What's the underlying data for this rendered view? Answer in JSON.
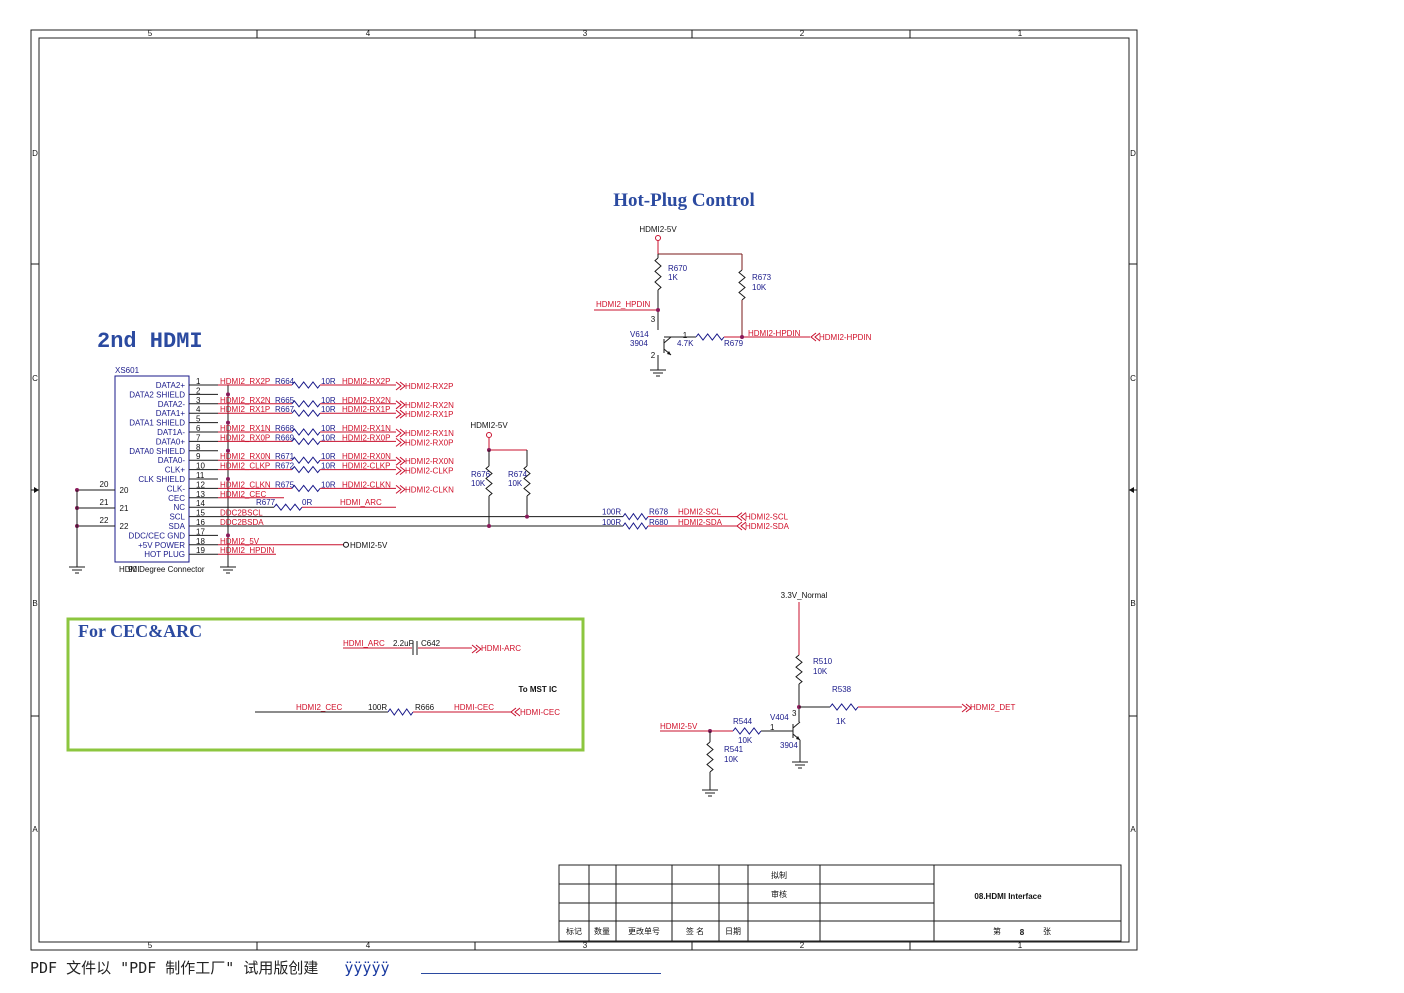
{
  "sheet": {
    "col_labels": [
      "5",
      "4",
      "3",
      "2",
      "1"
    ],
    "row_labels": [
      "D",
      "C",
      "B",
      "A"
    ]
  },
  "titles": {
    "hotplug": "Hot-Plug Control",
    "second_hdmi": "2nd HDMI",
    "cec_arc": "For CEC&ARC",
    "to_mst": "To MST IC"
  },
  "connector": {
    "ref": "XS601",
    "footer": "90 Degree Connector",
    "footer_overlap": "HDMI",
    "pins_left": [
      {
        "label": "DATA2+",
        "num": "1"
      },
      {
        "label": "DATA2 SHIELD",
        "num": "2"
      },
      {
        "label": "DATA2-",
        "num": "3"
      },
      {
        "label": "DATA1+",
        "num": "4"
      },
      {
        "label": "DATA1 SHIELD",
        "num": "5"
      },
      {
        "label": "DAT1A-",
        "num": "6"
      },
      {
        "label": "DATA0+",
        "num": "7"
      },
      {
        "label": "DATA0 SHIELD",
        "num": "8"
      },
      {
        "label": "DATA0-",
        "num": "9"
      },
      {
        "label": "CLK+",
        "num": "10"
      },
      {
        "label": "CLK SHIELD",
        "num": "11"
      },
      {
        "label": "CLK-",
        "num": "12"
      },
      {
        "label": "CEC",
        "num": "13"
      },
      {
        "label": "NC",
        "num": "14"
      },
      {
        "label": "SCL",
        "num": "15"
      },
      {
        "label": "SDA",
        "num": "16"
      },
      {
        "label": "DDC/CEC GND",
        "num": "17"
      },
      {
        "label": "+5V POWER",
        "num": "18"
      },
      {
        "label": "HOT PLUG",
        "num": "19"
      }
    ],
    "gnd_pins": [
      "20",
      "21",
      "22"
    ],
    "pin_inner": [
      "20",
      "21",
      "22"
    ]
  },
  "nets": {
    "rx2p": "HDMI2_RX2P",
    "rx2n": "HDMI2_RX2N",
    "rx1p": "HDMI2_RX1P",
    "rx1n": "HDMI2_RX1N",
    "rx0p": "HDMI2_RX0P",
    "rx0n": "HDMI2_RX0N",
    "clkp": "HDMI2_CLKP",
    "clkn": "HDMI2_CLKN",
    "cec": "HDMI2_CEC",
    "arc": "HDMI_ARC",
    "ddcscl": "DDC2BSCL",
    "ddcsda": "DDC2BSDA",
    "p5v": "HDMI2_5V",
    "hpdin": "HDMI2_HPDIN"
  },
  "series_resistors": [
    {
      "ref": "R664",
      "val": "10R",
      "out": "HDMI2-RX2P",
      "port": "HDMI2-RX2P"
    },
    {
      "ref": "R665",
      "val": "10R",
      "out": "HDMI2-RX2N",
      "port": "HDMI2-RX2N"
    },
    {
      "ref": "R667",
      "val": "10R",
      "out": "HDMI2-RX1P",
      "port": "HDMI2-RX1P"
    },
    {
      "ref": "R668",
      "val": "10R",
      "out": "HDMI2-RX1N",
      "port": "HDMI2-RX1N"
    },
    {
      "ref": "R669",
      "val": "10R",
      "out": "HDMI2-RX0P",
      "port": "HDMI2-RX0P"
    },
    {
      "ref": "R671",
      "val": "10R",
      "out": "HDMI2-RX0N",
      "port": "HDMI2-RX0N"
    },
    {
      "ref": "R672",
      "val": "10R",
      "out": "HDMI2-CLKP",
      "port": "HDMI2-CLKP"
    },
    {
      "ref": "R675",
      "val": "10R",
      "out": "HDMI2-CLKN",
      "port": "HDMI2-CLKN"
    }
  ],
  "ddc": {
    "pwr": "HDMI2-5V",
    "r676": {
      "ref": "R676",
      "val": "10K"
    },
    "r674": {
      "ref": "R674",
      "val": "10K"
    },
    "r678": {
      "ref": "R678",
      "val": "100R",
      "net": "HDMI2-SCL",
      "port": "HDMI2-SCL"
    },
    "r680": {
      "ref": "R680",
      "val": "100R",
      "net": "HDMI2-SDA",
      "port": "HDMI2-SDA"
    },
    "r677": {
      "ref": "R677",
      "val": "0R"
    },
    "pin18_net": "HDMI2-5V"
  },
  "hotplug": {
    "pwr": "HDMI2-5V",
    "r670": {
      "ref": "R670",
      "val": "1K"
    },
    "r673": {
      "ref": "R673",
      "val": "10K"
    },
    "q": {
      "ref": "V614",
      "val": "3904"
    },
    "r679": {
      "ref": "R679",
      "val": "4.7K"
    },
    "in_net": "HDMI2_HPDIN",
    "out_net": "HDMI2-HPDIN",
    "out_port": "HDMI2-HPDIN",
    "pin1": "1",
    "pin2": "2",
    "pin3": "3"
  },
  "cec_arc": {
    "arc_net": "HDMI_ARC",
    "cap_val": "2.2uF",
    "cap_ref": "C642",
    "arc_port": "HDMI-ARC",
    "cec_net": "HDMI2_CEC",
    "r666_val": "100R",
    "r666_ref": "R666",
    "cec_out": "HDMI-CEC",
    "cec_port": "HDMI-CEC"
  },
  "detect": {
    "pwr": "3.3V_Normal",
    "r510": {
      "ref": "R510",
      "val": "10K"
    },
    "r538": {
      "ref": "R538",
      "val": "1K"
    },
    "q": {
      "ref": "V404",
      "val": "3904"
    },
    "r544": {
      "ref": "R544",
      "val": "10K"
    },
    "r541": {
      "ref": "R541",
      "val": "10K"
    },
    "in_net": "HDMI2-5V",
    "out_port": "HDMI2_DET",
    "pin1": "1",
    "pin3": "3"
  },
  "title_block": {
    "draw": "拟制",
    "review": "审核",
    "title": "08.HDMI Interface",
    "page_prefix": "第",
    "page_num": "8",
    "page_suffix": "张",
    "cols": [
      "标记",
      "数量",
      "更改单号",
      "签 名",
      "日期"
    ]
  },
  "footer": {
    "watermark": "PDF 文件以 \"PDF 制作工厂\" 试用版创建",
    "link": "ÿÿÿÿÿ"
  }
}
